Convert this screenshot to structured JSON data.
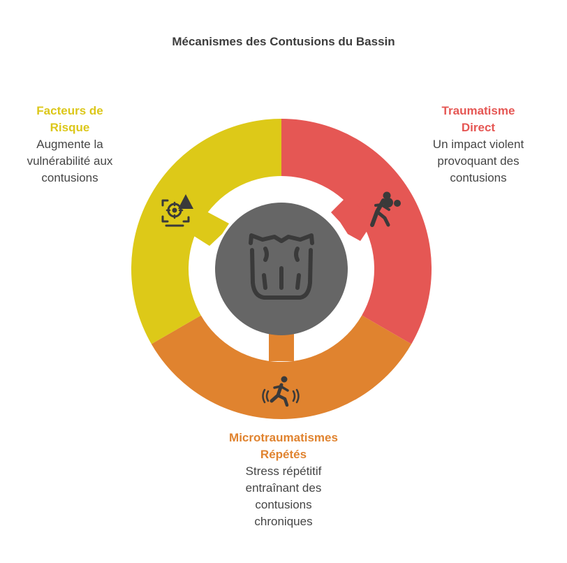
{
  "title": "Mécanismes des Contusions du Bassin",
  "colors": {
    "risk": "#DDC918",
    "direct": "#E55754",
    "micro": "#E0832F",
    "hub": "#666666",
    "icon_dark": "#3a3a3a"
  },
  "segments": [
    {
      "id": "risk",
      "title_lines": [
        "Facteurs de",
        "Risque"
      ],
      "desc_lines": [
        "Augmente la",
        "vulnérabilité aux",
        "contusions"
      ],
      "icon": "risk-factors-icon"
    },
    {
      "id": "direct",
      "title_lines": [
        "Traumatisme",
        "Direct"
      ],
      "desc_lines": [
        "Un impact violent",
        "provoquant des",
        "contusions"
      ],
      "icon": "ball-impact-icon"
    },
    {
      "id": "micro",
      "title_lines": [
        "Microtraumatismes",
        "Répétés"
      ],
      "desc_lines": [
        "Stress répétitif",
        "entraînant des",
        "contusions",
        "chroniques"
      ],
      "icon": "running-vibration-icon"
    }
  ],
  "hub": {
    "icon": "pelvis-torso-icon"
  }
}
